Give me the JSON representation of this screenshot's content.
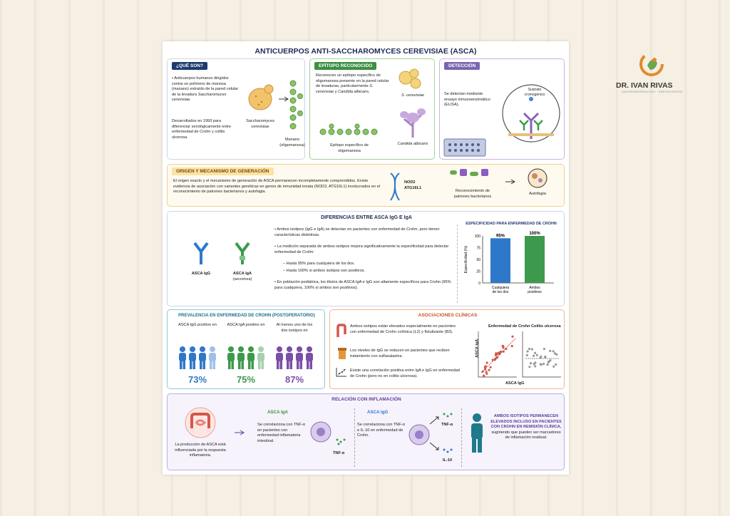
{
  "title": "ANTICUERPOS ANTI-SACCHAROMYCES CEREVISIAE (ASCA)",
  "logo": {
    "name": "DR. IVAN RIVAS",
    "tagline": "GASTROENTEROLOGO · ENDOSCOPISTA"
  },
  "que_son": {
    "header": "¿QUÉ SON?",
    "p1a": "Anticuerpos humanos dirigidos contra un polímero de manosa (manano) extraído de la pared celular de la levadura",
    "p1b": "Saccharomyces cerevisiae.",
    "p2": "Desarrollados en 1993 para diferenciar serológicamente entre enfermedad de Crohn y colitis ulcerosa.",
    "yeast_label": "Saccharomyces cerevisiae",
    "mannan_label": "Manano (oligomanosa)"
  },
  "epitopo": {
    "header": "EPÍTOPO RECONOCIDO",
    "text_a": "Reconocen un epítopo específico de oligomanosa presente en la pared celular de levaduras, particularmente",
    "text_b": "S. cerevisiae",
    "text_c": "y",
    "text_d": "Candida albicans.",
    "chain_label": "Epítopo específico de oligomanosa",
    "sc_label": "S. cerevisiae",
    "ca_label": "Candida albicans"
  },
  "deteccion": {
    "header": "DETECCIÓN",
    "text": "Se detectan mediante ensayo inmunoenzimático (ELISA).",
    "substrate": "Sustrato cromogénico"
  },
  "origen": {
    "header": "ORIGEN Y MECANISMO DE GENERACIÓN",
    "text": "El origen exacto y el mecanismo de generación de ASCA permanecen incompletamente comprendidos. Existe evidencia de asociación con variantes genéticas en genes de inmunidad innata (NOD2, ATG16L1) involucrados en el reconocimiento de patrones bacterianos y autofagia.",
    "genes": "NOD2 ATG16L1",
    "recog": "Reconocimiento de patrones bacterianos",
    "autofagia": "Autofagia"
  },
  "diferencias": {
    "header": "DIFERENCIAS ENTRE ASCA IgG E IgA",
    "igg_label": "ASCA IgG",
    "iga_label": "ASCA IgA",
    "iga_sub": "(secretora)",
    "b1": "Ambos isotipos (IgG e IgA) se detectan en pacientes con enfermedad de Crohn, pero tienen características distintivas.",
    "b2": "La medición separada de ambos isotipos mejora significativamente la especificidad para detectar enfermedad de Crohn:",
    "s1": "Hasta 95% para cualquiera de los dos.",
    "s2": "Hasta 100% si ambos isotipos son positivos.",
    "b3": "En población pediátrica, los títulos de ASCA IgA e IgG son altamente específicos para Crohn (95% para cualquiera, 100% si ambos son positivos)."
  },
  "chart_data": {
    "type": "bar",
    "title": "ESPECIFICIDAD PARA ENFERMEDAD DE CROHN",
    "ylabel": "Especificidad (%)",
    "categories": [
      "Cualquiera de los dos",
      "Ambos positivos"
    ],
    "values": [
      95,
      100
    ],
    "value_labels": [
      "95%",
      "100%"
    ],
    "ylim": [
      0,
      100
    ],
    "yticks": [
      0,
      25,
      50,
      75,
      100
    ],
    "colors": [
      "#2f78c9",
      "#3d9a4c"
    ]
  },
  "prevalencia": {
    "header": "PREVALENCIA EN ENFERMEDAD DE CROHN (POSTOPERATORIO)",
    "items": [
      {
        "label": "ASCA IgG positivo en",
        "value": "73%",
        "color": "#2f78c9"
      },
      {
        "label": "ASCA IgA positivo en",
        "value": "75%",
        "color": "#3d9a4c"
      },
      {
        "label": "Al menos uno de los dos isotipos en",
        "value": "87%",
        "color": "#7b4fa8"
      }
    ]
  },
  "asociaciones": {
    "header": "ASOCIACIONES CLÍNICAS",
    "a1": "Ambos isotipos están elevados especialmente en pacientes con enfermedad de Crohn colónica (L2) y fistulizante (B3).",
    "a2": "Los niveles de IgG se reducen en pacientes que reciben tratamiento con sulfasalazina.",
    "a3": "Existe una correlación positiva entre IgA e IgG en enfermedad de Crohn (pero no en colitis ulcerosa).",
    "scatter_crohn": "Enfermedad de Crohn",
    "scatter_cu": "Colitis ulcerosa",
    "x_axis": "ASCA IgG",
    "y_axis": "ASCA IgA"
  },
  "inflamacion": {
    "header": "RELACIÓN CON INFLAMACIÓN",
    "left": "La producción de ASCA está influenciada por la respuesta inflamatoria.",
    "iga_title": "ASCA IgA",
    "iga_text": "Se correlaciona con TNF-α en pacientes con enfermedad inflamatoria intestinal.",
    "iga_cyt": "TNF-α",
    "igg_title": "ASCA IgG",
    "igg_text": "Se correlaciona con TNF-α e IL-10 en enfermedad de Crohn.",
    "igg_cyt1": "TNF-α",
    "igg_cyt2": "IL-10",
    "rem_bold": "AMBOS ISOTIPOS PERMANECEN ELEVADOS INCLUSO EN PACIENTES CON CROHN EN REMISIÓN CLÍNICA,",
    "rem_text": "sugiriendo que pueden ser marcadores de inflamación residual."
  }
}
